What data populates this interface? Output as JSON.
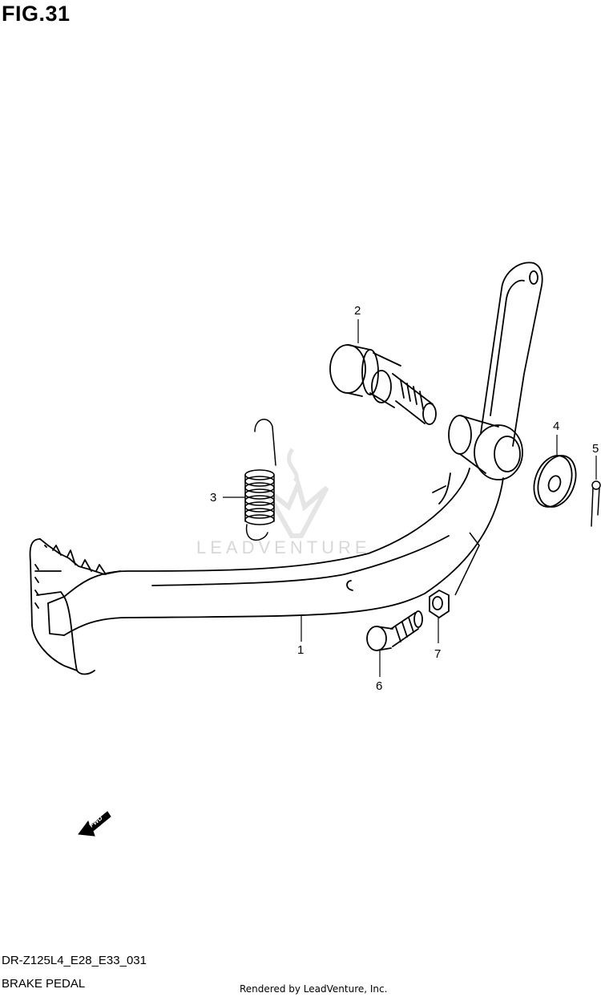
{
  "figure": {
    "title": "FIG.31"
  },
  "callouts": {
    "pedal": "1",
    "pivot_bolt": "2",
    "spring": "3",
    "washer": "4",
    "cotter_pin": "5",
    "bolt": "6",
    "nut": "7"
  },
  "direction_arrow": {
    "label": "FWD"
  },
  "watermark": {
    "text": "LEADVENTURE"
  },
  "footer": {
    "model_code": "DR-Z125L4_E28_E33_031",
    "part_name": "BRAKE PEDAL",
    "credit": "Rendered by LeadVenture, Inc."
  }
}
